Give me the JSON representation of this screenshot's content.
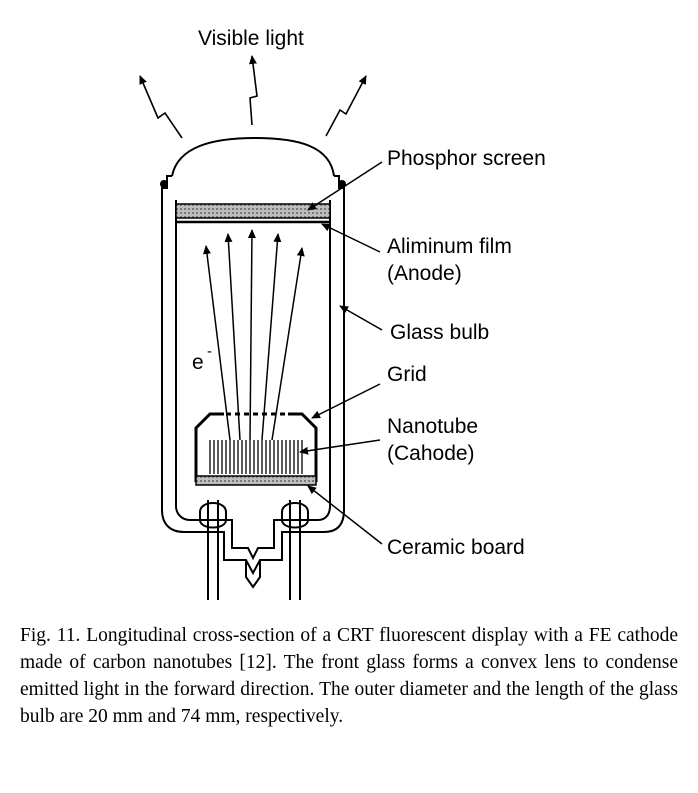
{
  "labels": {
    "visible_light": "Visible light",
    "phosphor_screen": "Phosphor screen",
    "aluminum_film": "Aliminum film",
    "anode": "(Anode)",
    "glass_bulb": "Glass bulb",
    "electron": "e",
    "electron_sup": "-",
    "grid": "Grid",
    "nanotube": "Nanotube",
    "cathode": "(Cahode)",
    "ceramic_board": "Ceramic board"
  },
  "caption": "Fig. 11. Longitudinal cross-section of a CRT fluorescent display with a FE cathode made of carbon nanotubes [12]. The front glass forms a convex lens to condense emitted light in the forward direction. The outer diameter and the length of the glass bulb are 20 mm and 74 mm, respectively."
}
